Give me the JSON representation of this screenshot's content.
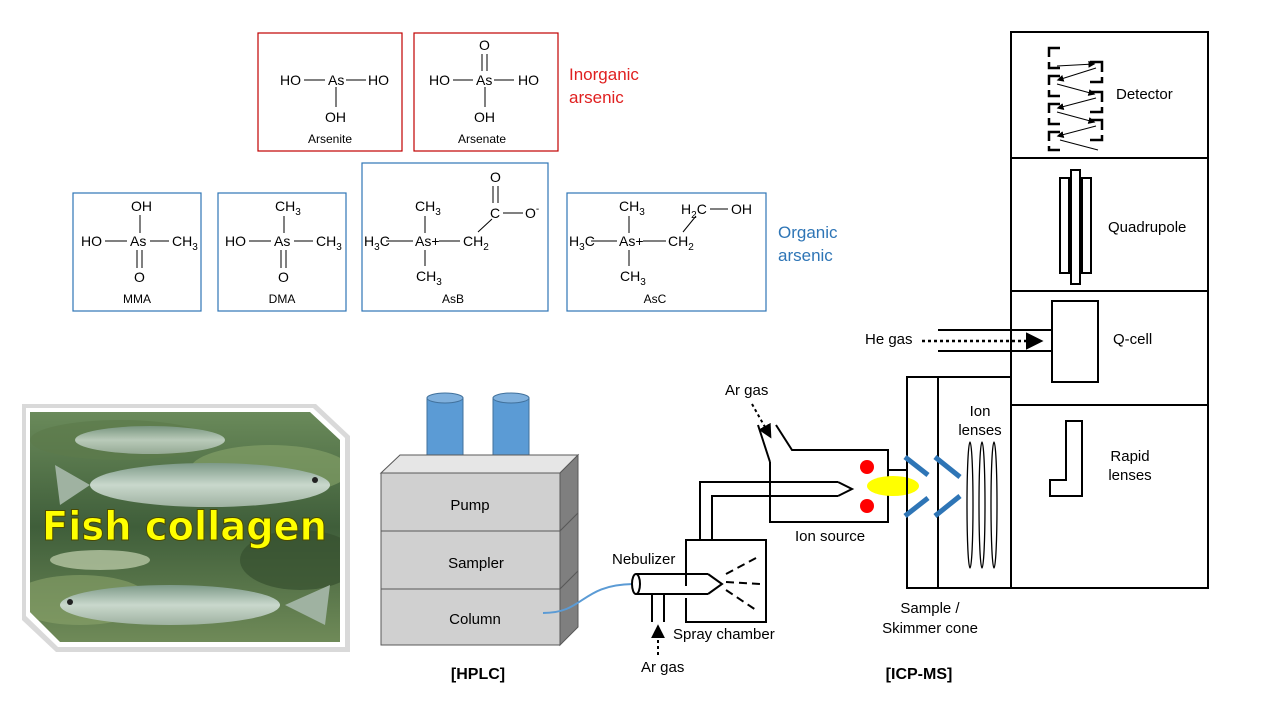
{
  "molecules": {
    "arsenite": {
      "caption": "Arsenite",
      "ho_left": "HO",
      "as": "As",
      "ho_right": "HO",
      "oh_bottom": "OH"
    },
    "arsenate": {
      "caption": "Arsenate",
      "o_top": "O",
      "ho_left": "HO",
      "as": "As",
      "ho_right": "HO",
      "oh_bottom": "OH"
    },
    "mma": {
      "caption": "MMA",
      "oh_top": "OH",
      "ho_left": "HO",
      "as": "As",
      "ch": "CH",
      "sub3": "3",
      "o_bottom": "O"
    },
    "dma": {
      "caption": "DMA",
      "ch_top": "CH",
      "sub3": "3",
      "ho_left": "HO",
      "as": "As",
      "ch_right": "CH",
      "o_bottom": "O"
    },
    "asb": {
      "caption": "AsB",
      "ch_top": "CH",
      "h": "H",
      "c": "C",
      "sub3": "3",
      "as_plus": "As+",
      "ch2": "CH",
      "sub2": "2",
      "c_carbonyl": "C",
      "o_top": "O",
      "o_minus": "O",
      "minus": "-",
      "ch_bottom": "CH"
    },
    "asc": {
      "caption": "AsC",
      "ch_top": "CH",
      "h": "H",
      "c": "C",
      "sub3": "3",
      "as_plus": "As+",
      "ch2": "CH",
      "sub2": "2",
      "h2c": "H",
      "c_h2c": "C",
      "oh": "OH",
      "ch_bottom": "CH"
    }
  },
  "classes": {
    "inorganic": {
      "line1": "Inorganic",
      "line2": "arsenic",
      "color": "#e02020"
    },
    "organic": {
      "line1": "Organic",
      "line2": "arsenic",
      "color": "#2e75b6"
    }
  },
  "photo": {
    "label": "Fish  collagen"
  },
  "hplc": {
    "pump": "Pump",
    "sampler": "Sampler",
    "column": "Column",
    "title": "[HPLC]",
    "reservoir_color": "#5b9bd5"
  },
  "sample_intro": {
    "nebulizer": "Nebulizer",
    "spray_chamber": "Spray chamber",
    "ar_gas_bottom": "Ar gas",
    "ar_gas_top": "Ar gas",
    "ion_source": "Ion source"
  },
  "icpms": {
    "title": "[ICP-MS]",
    "detector": "Detector",
    "quadrupole": "Quadrupole",
    "qcell": "Q-cell",
    "he_gas": "He gas",
    "ion_lenses_1": "Ion",
    "ion_lenses_2": "lenses",
    "rapid_lenses_1": "Rapid",
    "rapid_lenses_2": "lenses",
    "cone_1": "Sample /",
    "cone_2": "Skimmer cone",
    "plasma_color": "#ffff00",
    "droplet_color": "#ff0000",
    "cone_color": "#2e75b6"
  }
}
